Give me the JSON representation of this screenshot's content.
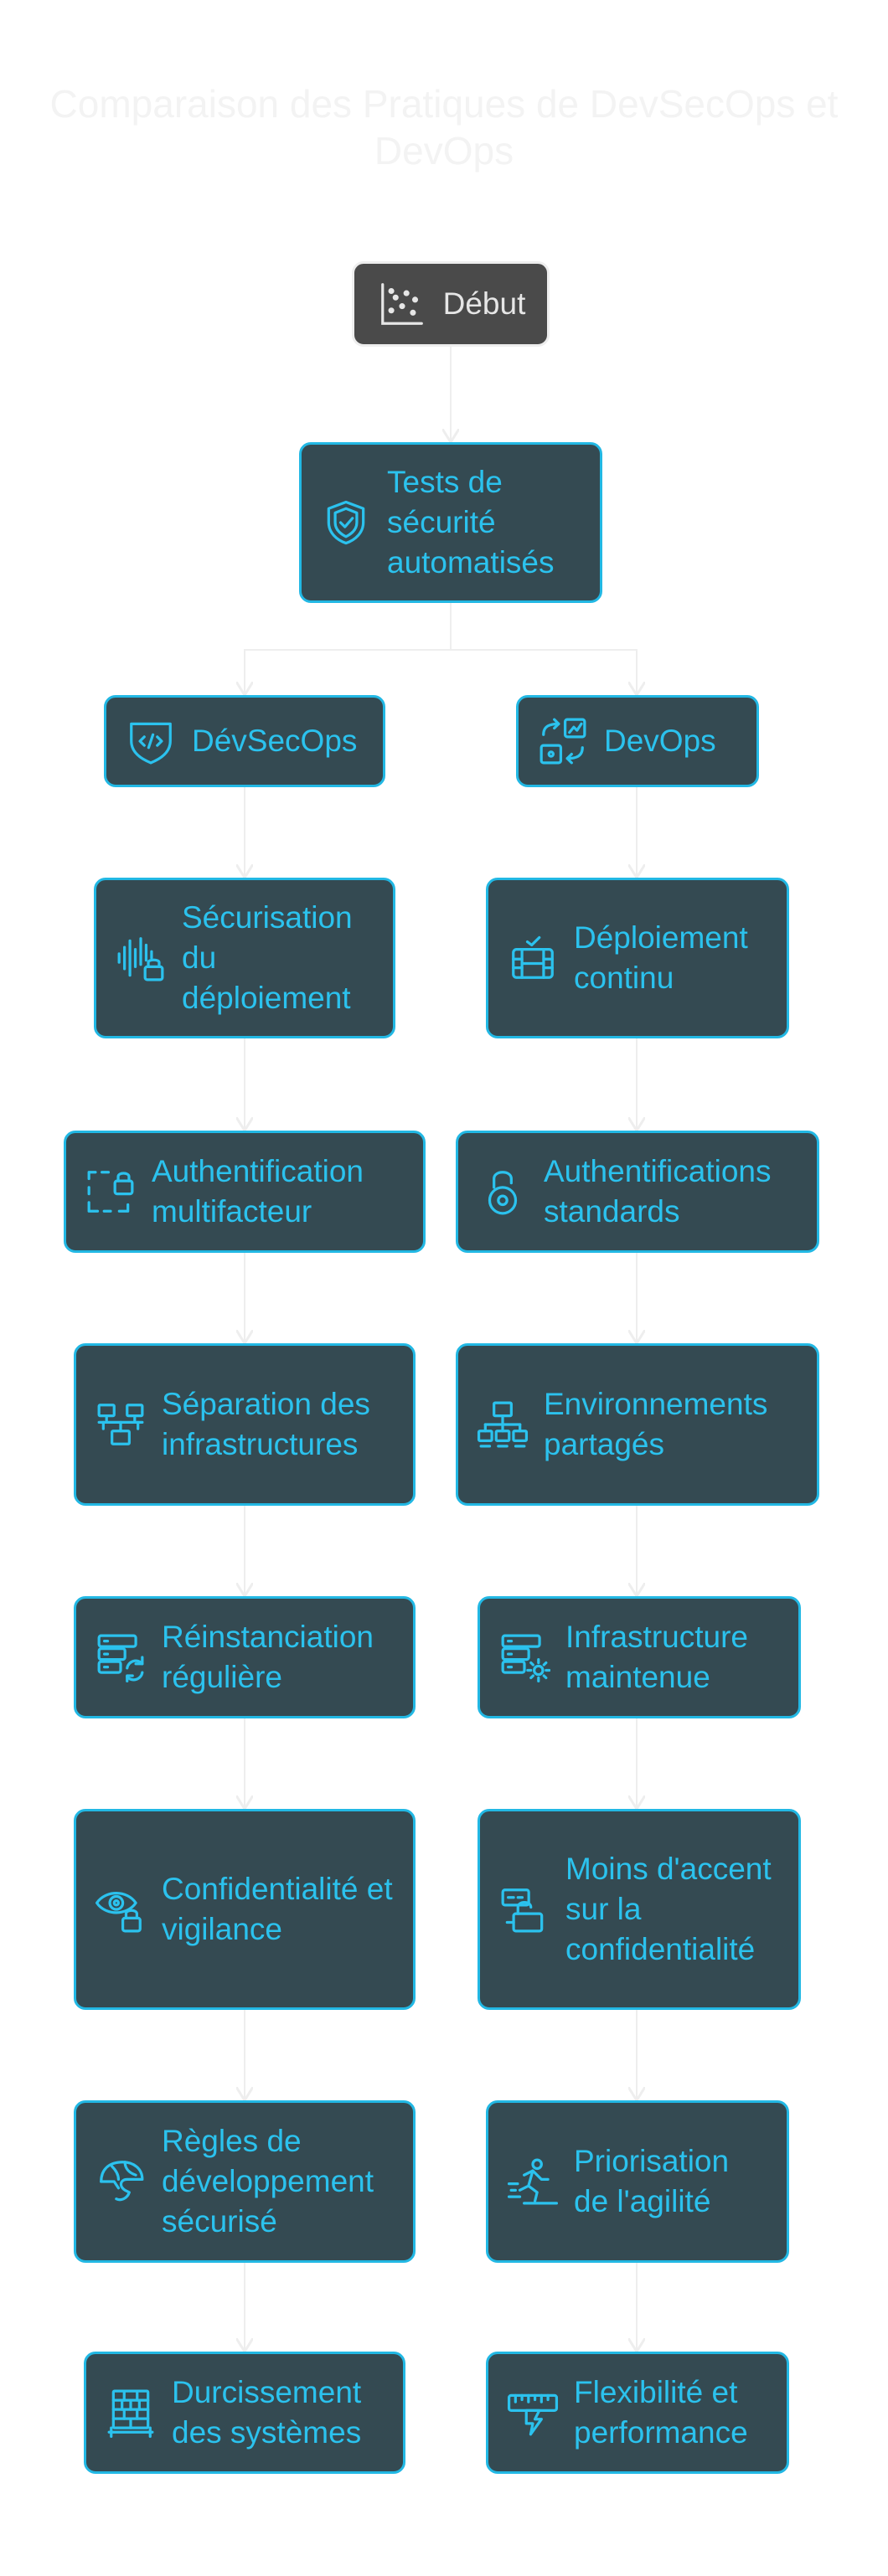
{
  "title": "Comparaison des Pratiques de DevSecOps et DevOps",
  "colors": {
    "node_fill": "#344a52",
    "node_border": "#22b8e4",
    "node_text": "#2bc2ee",
    "start_fill": "#4a4a4a",
    "start_border": "#eeeeee",
    "start_text": "#e6e6e6",
    "edge": "#eeeeee"
  },
  "nodes": {
    "start": {
      "label": "Début",
      "icon": "scatter-chart-icon"
    },
    "tests": {
      "label": "Tests de sécurité automatisés",
      "icon": "shield-check-icon"
    },
    "devsecops": {
      "label": "DévSecOps",
      "icon": "code-shield-icon"
    },
    "devops": {
      "label": "DevOps",
      "icon": "devops-cycle-icon"
    },
    "securisation": {
      "label": "Sécurisation du déploiement",
      "icon": "soundwave-lock-icon"
    },
    "deploiement": {
      "label": "Déploiement continu",
      "icon": "film-check-icon"
    },
    "mfa": {
      "label": "Authentification multifacteur",
      "icon": "dashed-lock-icon"
    },
    "auth_std": {
      "label": "Authentifications standards",
      "icon": "padlock-icon"
    },
    "separation": {
      "label": "Séparation des infrastructures",
      "icon": "network-nodes-icon"
    },
    "env_partages": {
      "label": "Environnements partagés",
      "icon": "network-monitor-icon"
    },
    "reinstanciation": {
      "label": "Réinstanciation régulière",
      "icon": "server-refresh-icon"
    },
    "infra_maintenue": {
      "label": "Infrastructure maintenue",
      "icon": "server-gear-icon"
    },
    "confidentialite": {
      "label": "Confidentialité et vigilance",
      "icon": "eye-lock-icon"
    },
    "moins_accent": {
      "label": "Moins d'accent sur la confidentialité",
      "icon": "unlocked-card-icon"
    },
    "regles": {
      "label": "Règles de développement sécurisé",
      "icon": "helmet-icon"
    },
    "agilite": {
      "label": "Priorisation de l'agilité",
      "icon": "runner-icon"
    },
    "durcissement": {
      "label": "Durcissement des systèmes",
      "icon": "brick-wall-icon"
    },
    "flexibilite": {
      "label": "Flexibilité et performance",
      "icon": "measuring-tape-icon"
    }
  }
}
